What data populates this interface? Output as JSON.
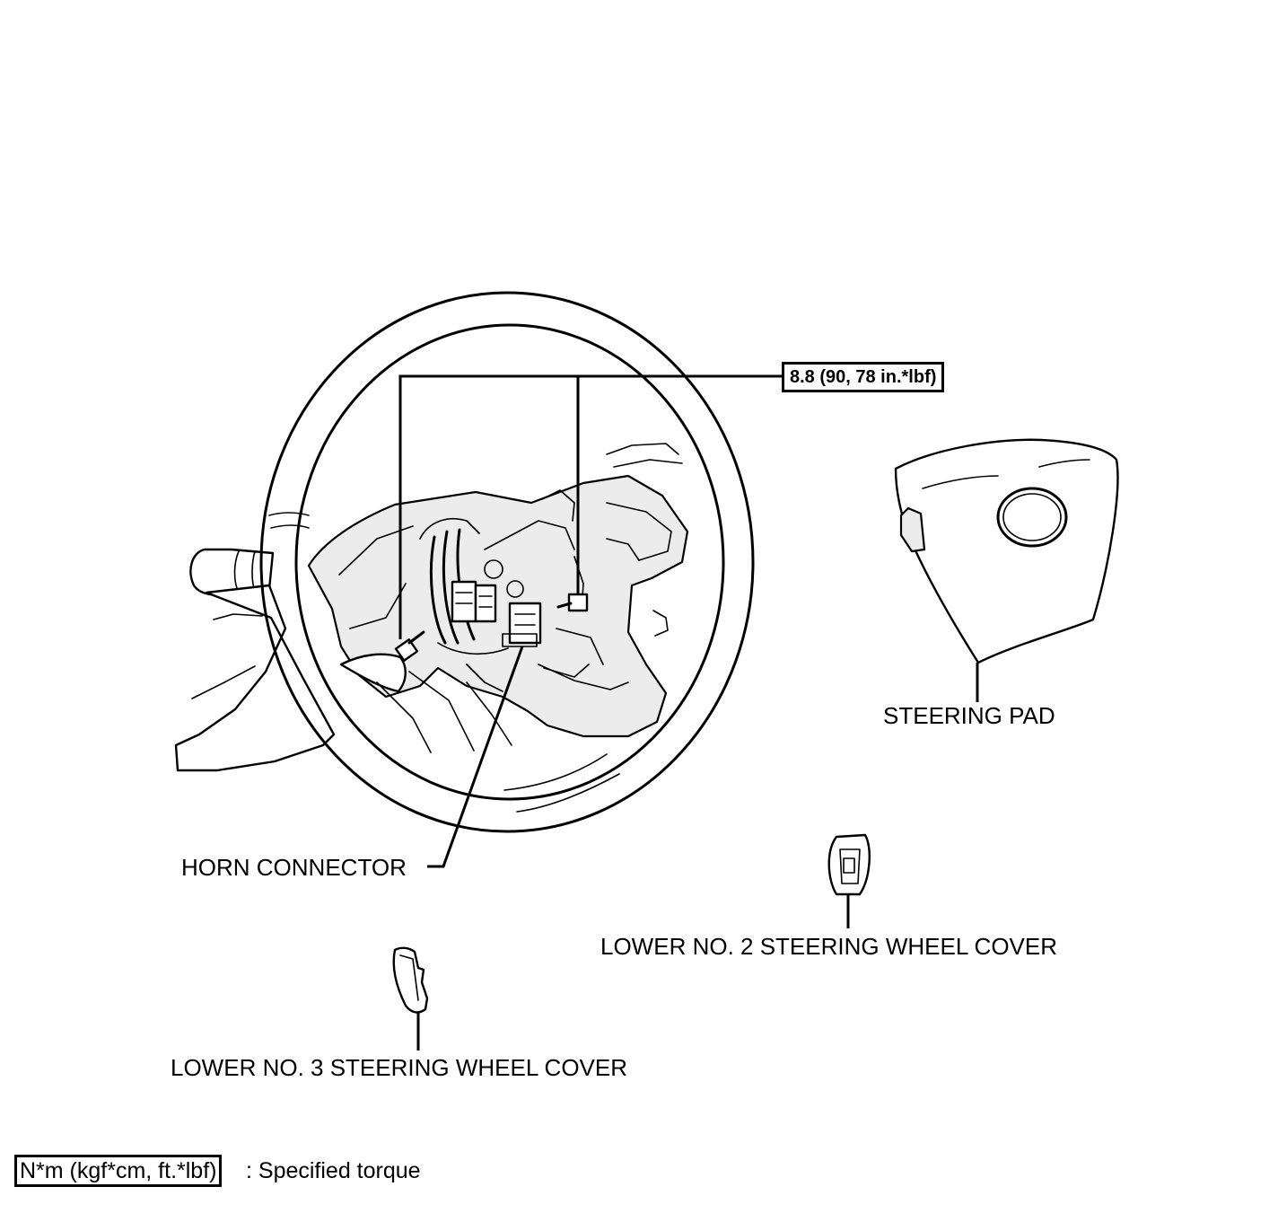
{
  "torque_callout": "8.8 (90, 78 in.*lbf)",
  "labels": {
    "steering_pad": "STEERING PAD",
    "horn_connector": "HORN CONNECTOR",
    "lower_no2_cover": "LOWER NO. 2 STEERING WHEEL COVER",
    "lower_no3_cover": "LOWER NO. 3 STEERING WHEEL COVER"
  },
  "legend": {
    "unit_box": "N*m (kgf*cm, ft.*lbf)",
    "description": ": Specified torque"
  }
}
